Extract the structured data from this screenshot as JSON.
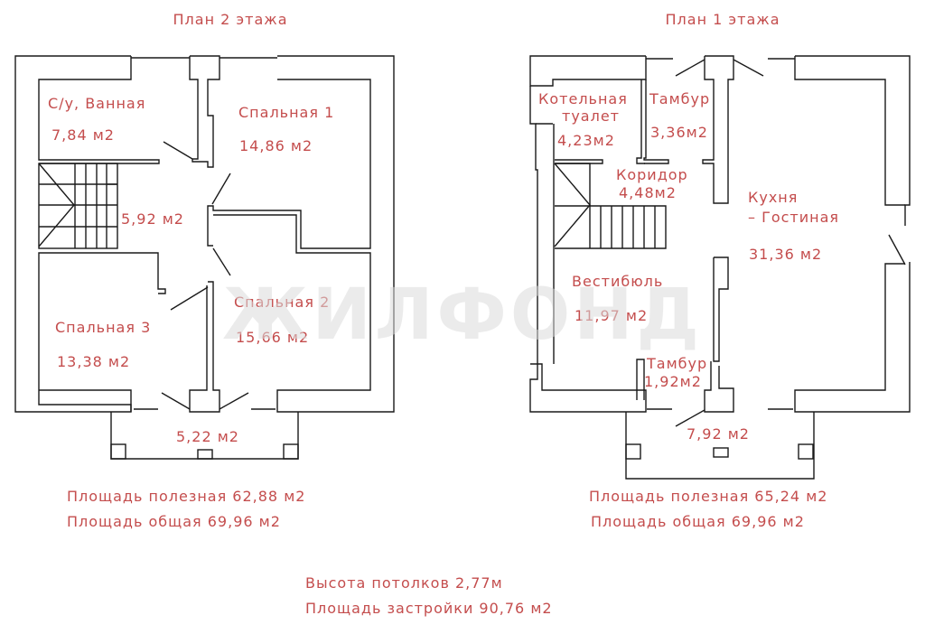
{
  "floor2": {
    "title": "План 2 этажа",
    "rooms": [
      {
        "name": "С/у, Ванная",
        "area": "7,84  м2"
      },
      {
        "name": "Спальная 1",
        "area": "14,86  м2"
      },
      {
        "name": "",
        "area": "5,92  м2"
      },
      {
        "name": "Спальная 2",
        "area": "15,66  м2"
      },
      {
        "name": "Спальная 3",
        "area": "13,38  м2"
      },
      {
        "name": "",
        "area": "5,22  м2"
      }
    ],
    "useful_area": "Площадь полезная 62,88  м2",
    "total_area": "Площадь общая 69,96  м2"
  },
  "floor1": {
    "title": "План 1 этажа",
    "rooms": [
      {
        "name": "Котельная",
        "name2": "туалет",
        "area": "4,23м2"
      },
      {
        "name": "Тамбур",
        "area": "3,36м2"
      },
      {
        "name": "Коридор",
        "area": "4,48м2"
      },
      {
        "name": "Кухня",
        "name2": "– Гостиная",
        "area": "31,36  м2"
      },
      {
        "name": "Вестибюль",
        "area": "11,97  м2"
      },
      {
        "name": "Тамбур",
        "area": "1,92м2"
      },
      {
        "name": "",
        "area": "7,92  м2"
      }
    ],
    "useful_area": "Площадь полезная 65,24  м2",
    "total_area": "Площадь общая 69,96  м2"
  },
  "footer": {
    "ceiling_height": "Высота потолков 2,77м",
    "building_area": "Площадь застройки 90,76  м2"
  },
  "watermark": "ЖИЛФОНД"
}
